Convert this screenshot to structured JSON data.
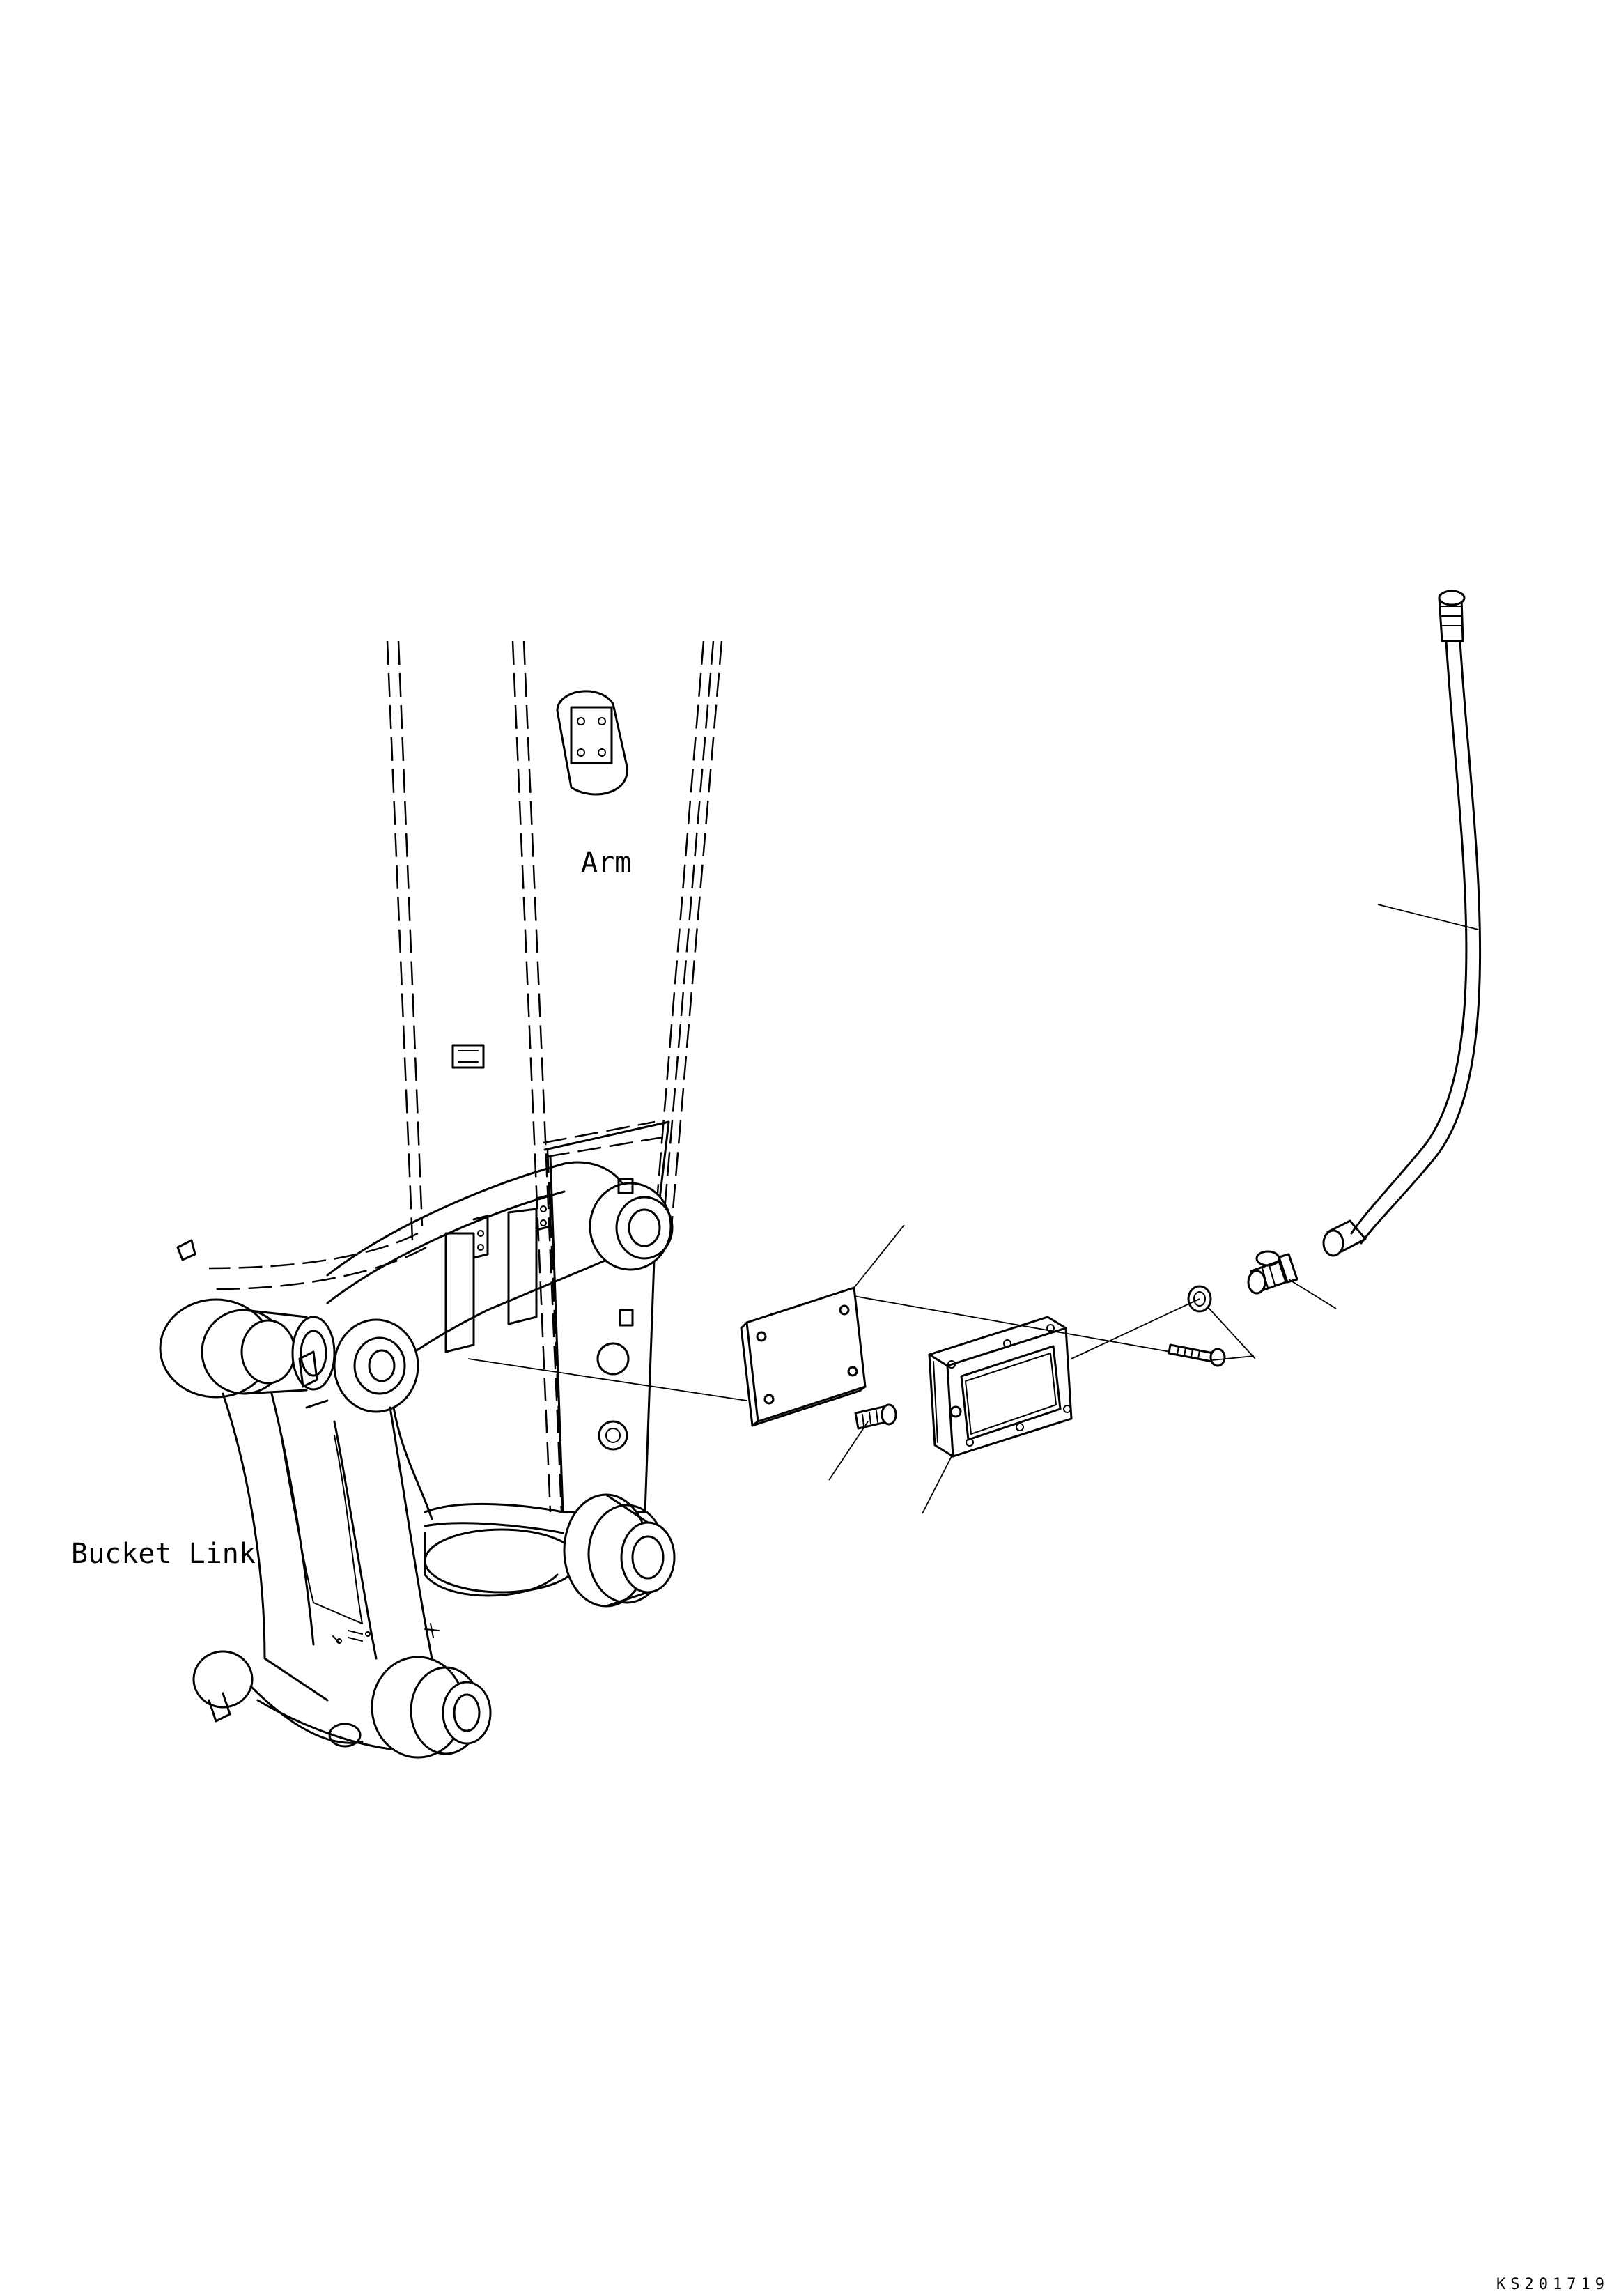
{
  "labels": {
    "arm": "Arm",
    "bucket_link": "Bucket Link"
  },
  "drawing_code": "KS201719",
  "colors": {
    "line": "#000000",
    "background": "#ffffff"
  }
}
